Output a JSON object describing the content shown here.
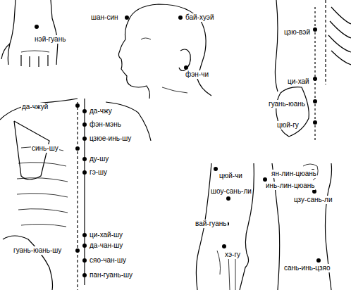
{
  "diagram": {
    "labels": [
      "нэй-гуань",
      "шан-син",
      "бай-хуэй",
      "фэн-чи",
      "цзю-вэй",
      "ци-хай",
      "гуань-юань",
      "цюй-гу",
      "да-чжуй",
      "да-чжу",
      "фэн-мэнь",
      "цзюе-инь-шу",
      "синь-шу",
      "ду-шу",
      "гэ-шу",
      "ци-хай-шу",
      "гуань-юань-шу",
      "да-чан-шу",
      "сяо-чан-шу",
      "пан-гуань-шу",
      "цюй-чи",
      "ян-лин-цюань",
      "инь-лин-цюань",
      "шоу-сань-ли",
      "цзу-сань-ли",
      "вай-гуань",
      "хэ-гу",
      "сань-инь-цзяо"
    ]
  }
}
